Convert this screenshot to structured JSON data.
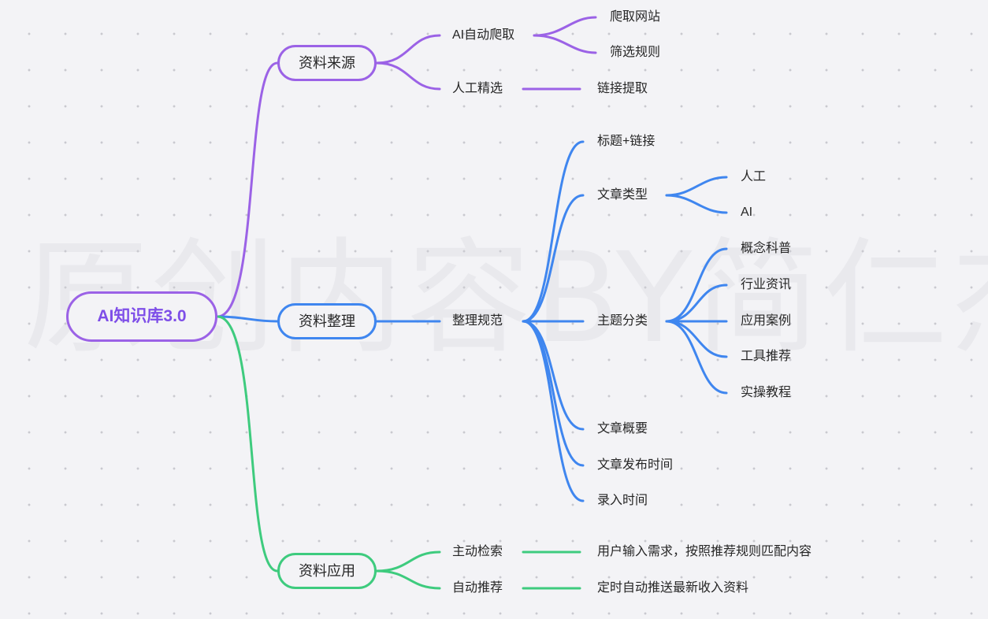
{
  "diagram": {
    "watermark": "原创内容BY简仁杰",
    "colors": {
      "purple": "#9b62e6",
      "blue": "#3f86ef",
      "green": "#3ecb7e",
      "root_text": "#7e4ee8"
    },
    "root": {
      "label": "AI知识库3.0"
    },
    "sources": {
      "label": "资料来源",
      "auto_crawl": {
        "label": "AI自动爬取",
        "children": [
          "爬取网站",
          "筛选规则"
        ]
      },
      "manual": {
        "label": "人工精选",
        "child": "链接提取"
      }
    },
    "organize": {
      "label": "资料整理",
      "spec": {
        "label": "整理规范",
        "title_link": "标题+链接",
        "article_type": {
          "label": "文章类型",
          "children": [
            "人工",
            "AI"
          ]
        },
        "topic": {
          "label": "主题分类",
          "children": [
            "概念科普",
            "行业资讯",
            "应用案例",
            "工具推荐",
            "实操教程"
          ]
        },
        "summary": "文章概要",
        "publish_time": "文章发布时间",
        "entry_time": "录入时间"
      }
    },
    "apply": {
      "label": "资料应用",
      "active_search": {
        "label": "主动检索",
        "child": "用户输入需求，按照推荐规则匹配内容"
      },
      "auto_recommend": {
        "label": "自动推荐",
        "child": "定时自动推送最新收入资料"
      }
    }
  }
}
